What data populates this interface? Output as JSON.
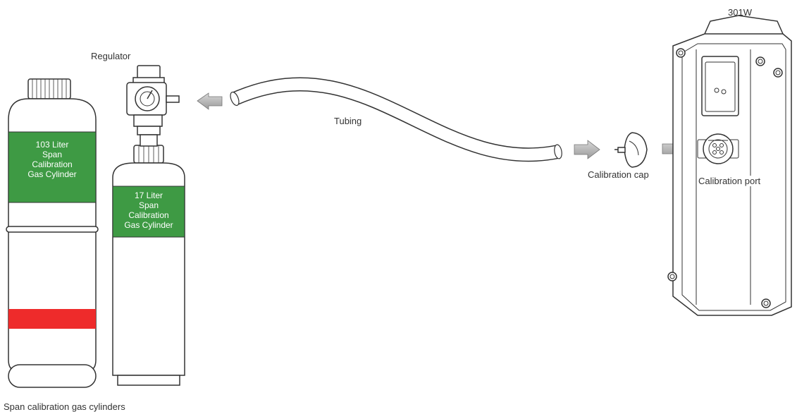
{
  "labels": {
    "device": "301W",
    "regulator": "Regulator",
    "tubing": "Tubing",
    "calibration_cap": "Calibration cap",
    "calibration_port": "Calibration port",
    "cylinders": "Span calibration gas cylinders"
  },
  "cylinder_large": {
    "lines": [
      "103 Liter",
      "Span",
      "Calibration",
      "Gas Cylinder"
    ]
  },
  "cylinder_small": {
    "lines": [
      "17 Liter",
      "Span",
      "Calibration",
      "Gas Cylinder"
    ]
  },
  "colors": {
    "label_green": "#3e9a44",
    "band_red": "#ee2b2b",
    "arrow_gray": "#a8a8a8",
    "outline": "#333333"
  }
}
